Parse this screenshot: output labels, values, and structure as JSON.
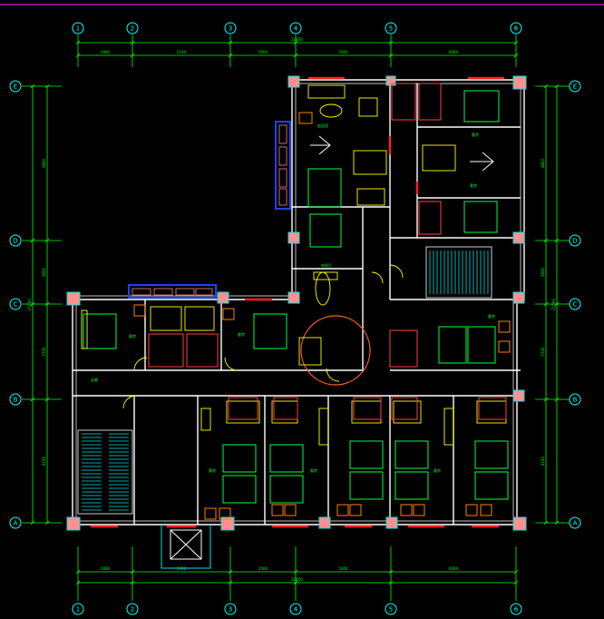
{
  "colors": {
    "background": "#000000",
    "top_border": "#a01cb0",
    "dimension": "#00ff00",
    "axis_bubble": "#00ffff",
    "wall": "#ffffff",
    "door": "#ff2020",
    "furniture": "#ffff00",
    "bed": "#00ff40",
    "window": "#2040ff",
    "fixture": "#ff8000",
    "column": "#ff9090",
    "hatch": "#00e0e0"
  },
  "grid_columns": [
    "1",
    "2",
    "3",
    "4",
    "5",
    "6"
  ],
  "grid_rows": [
    "E",
    "D",
    "C",
    "B",
    "A"
  ],
  "dimensions": {
    "top_overall": "21450",
    "top_segments": [
      "3060",
      "5100",
      "3500",
      "5350",
      "6000"
    ],
    "bottom_overall": "21450",
    "bottom_segments": [
      "3060",
      "5100",
      "3500",
      "5350",
      "6000"
    ],
    "left_overall": "21500",
    "left_segments": [
      "4800",
      "3600",
      "5700",
      "4150"
    ],
    "right_overall": "21500",
    "right_segments": [
      "4800",
      "3600",
      "5700",
      "4150"
    ]
  },
  "room_labels": {
    "living": "起居室",
    "suite": "套房",
    "bedroom": "客房",
    "corridor": "走廊",
    "lounge": "休息厅",
    "room_a": "客房",
    "room_b": "客房",
    "room_c": "客房",
    "room_d": "客房",
    "room_e": "客房",
    "room_f": "客房"
  },
  "icons": {
    "stair": "stair-icon",
    "north": "north-arrow-icon",
    "door": "door-swing-icon"
  }
}
